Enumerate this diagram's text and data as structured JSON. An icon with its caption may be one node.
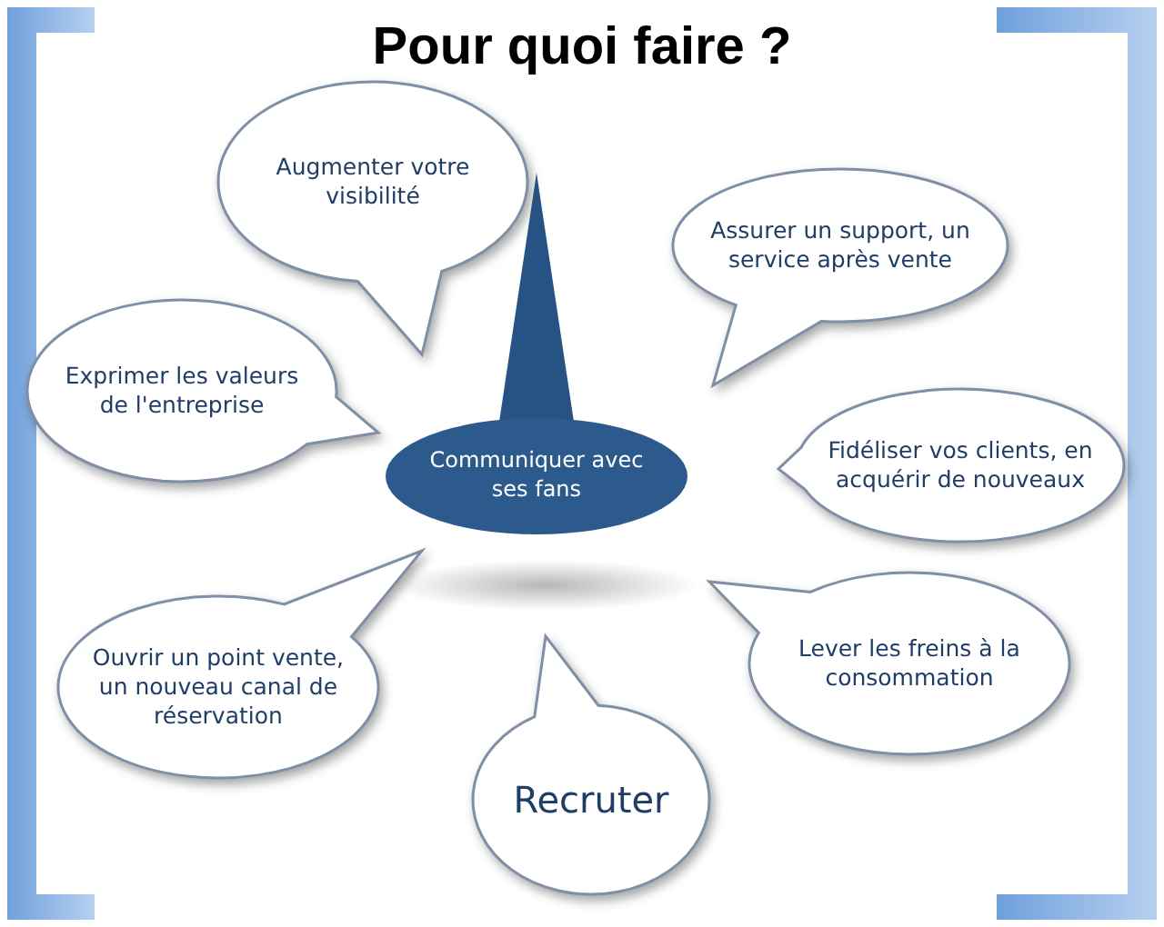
{
  "diagram": {
    "title": "Pour quoi faire ?",
    "nodes": [
      {
        "text": [
          "Augmenter votre visibilité"
        ]
      },
      {
        "text": [
          "Assurer un support, un service après vente"
        ]
      },
      {
        "text": [
          "Exprimer les valeurs de l'entreprise"
        ]
      },
      {
        "text": [
          "Communiquer avec ses fans"
        ]
      },
      {
        "text": [
          "Fidéliser vos clients, en acquérir de nouveaux"
        ]
      },
      {
        "text": [
          "Ouvrir un point vente, un nouveau canal de réservation"
        ]
      },
      {
        "text": [
          "Lever les freins à la consommation"
        ]
      },
      {
        "text": [
          "Recruter"
        ]
      }
    ]
  }
}
